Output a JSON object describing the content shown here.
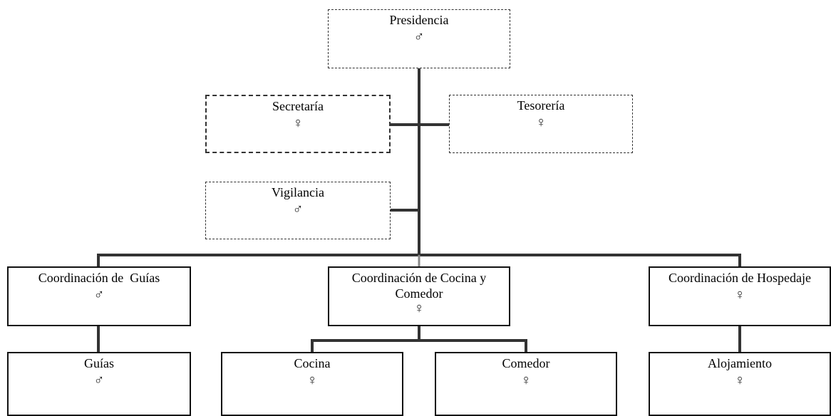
{
  "nodes": {
    "presidencia": {
      "label": "Presidencia",
      "gender": "♂",
      "gender_icon": "male-symbol-icon"
    },
    "secretaria": {
      "label": "Secretaría",
      "gender": "♀",
      "gender_icon": "female-symbol-icon"
    },
    "tesoreria": {
      "label": "Tesorería",
      "gender": "♀",
      "gender_icon": "female-symbol-icon"
    },
    "vigilancia": {
      "label": "Vigilancia",
      "gender": "♂",
      "gender_icon": "male-symbol-icon"
    },
    "coord_guias": {
      "label": "Coordinación de  Guías",
      "gender": "♂",
      "gender_icon": "male-symbol-icon"
    },
    "coord_cocina": {
      "label": "Coordinación de Cocina y Comedor",
      "gender": "♀",
      "gender_icon": "female-symbol-icon"
    },
    "coord_hospedaje": {
      "label": "Coordinación de Hospedaje",
      "gender": "♀",
      "gender_icon": "female-symbol-icon"
    },
    "guias": {
      "label": "Guías",
      "gender": "♂",
      "gender_icon": "male-symbol-icon"
    },
    "cocina": {
      "label": "Cocina",
      "gender": "♀",
      "gender_icon": "female-symbol-icon"
    },
    "comedor": {
      "label": "Comedor",
      "gender": "♀",
      "gender_icon": "female-symbol-icon"
    },
    "alojamiento": {
      "label": "Alojamiento",
      "gender": "♀",
      "gender_icon": "female-symbol-icon"
    }
  },
  "edges": [
    [
      "presidencia",
      "secretaria"
    ],
    [
      "presidencia",
      "tesoreria"
    ],
    [
      "presidencia",
      "vigilancia"
    ],
    [
      "presidencia",
      "coord_guias"
    ],
    [
      "presidencia",
      "coord_cocina"
    ],
    [
      "presidencia",
      "coord_hospedaje"
    ],
    [
      "coord_guias",
      "guias"
    ],
    [
      "coord_cocina",
      "cocina"
    ],
    [
      "coord_cocina",
      "comedor"
    ],
    [
      "coord_hospedaje",
      "alojamiento"
    ]
  ]
}
